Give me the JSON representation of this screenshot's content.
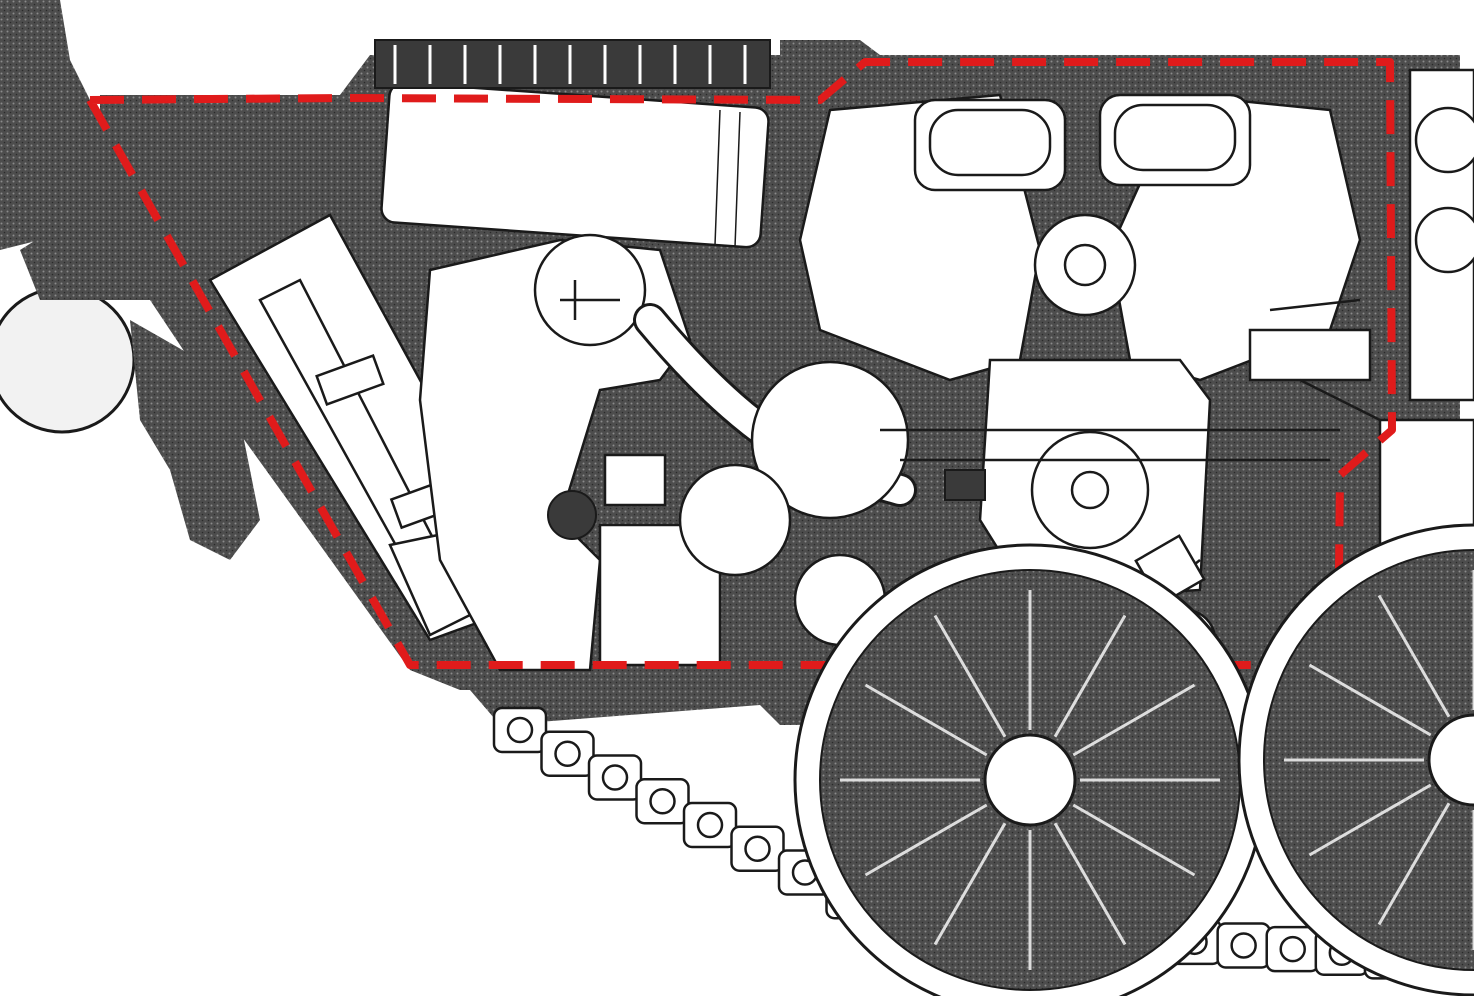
{
  "colors": {
    "paper": "#ffffff",
    "ink": "#1a1a1a",
    "shade": "#4a4a4a",
    "highlight_outline": "#e01b1b"
  },
  "track": {
    "link_count": 20
  },
  "road_wheels": {
    "count": 2
  },
  "highlight": {
    "style": "dashed",
    "meaning_visible": false
  }
}
